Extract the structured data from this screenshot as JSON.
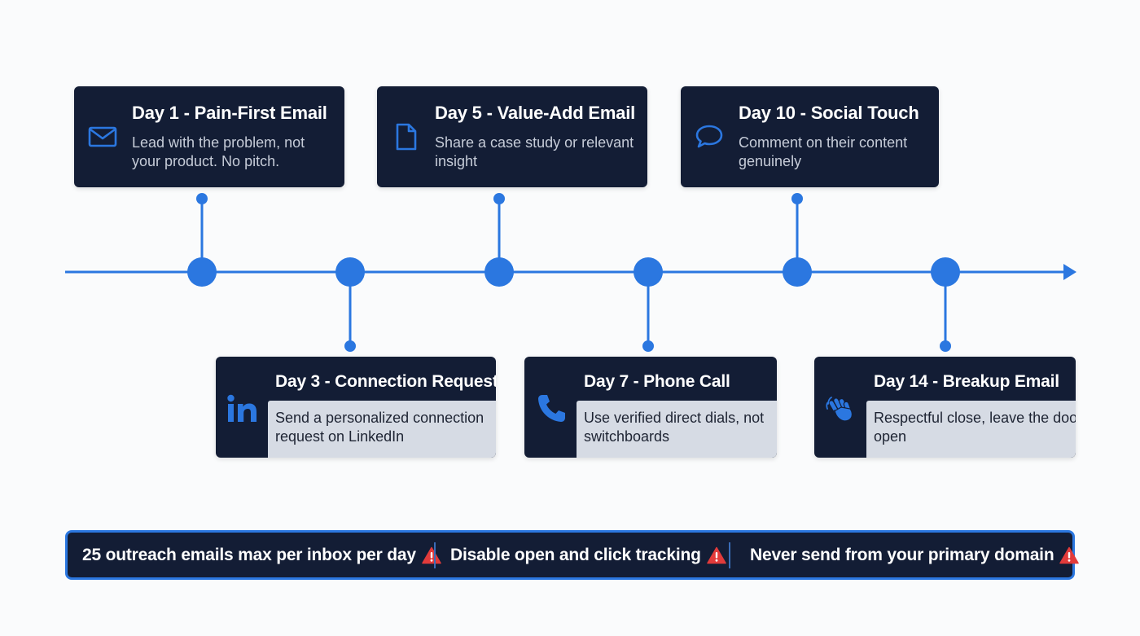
{
  "colors": {
    "accent": "#2b77e0",
    "card_bg": "#131d35",
    "panel_bg": "#d6dbe4",
    "warning": "#e23b3b",
    "page_bg": "#fafbfc"
  },
  "steps_top": [
    {
      "title": "Day 1 - Pain-First Email",
      "desc": "Lead with the problem, not your product. No pitch.",
      "icon": "envelope-icon"
    },
    {
      "title": "Day 5 - Value-Add Email",
      "desc": "Share a case study or relevant insight",
      "icon": "document-icon"
    },
    {
      "title": "Day 10 - Social Touch",
      "desc": "Comment on their content genuinely",
      "icon": "speech-bubble-icon"
    }
  ],
  "steps_bottom": [
    {
      "title": "Day 3 - Connection Request",
      "desc": "Send a personalized connection request on LinkedIn",
      "icon": "linkedin-icon"
    },
    {
      "title": "Day 7 - Phone Call",
      "desc": "Use verified direct dials, not switchboards",
      "icon": "phone-icon"
    },
    {
      "title": "Day 14 - Breakup Email",
      "desc": "Respectful close, leave the door open",
      "icon": "waving-hand-icon"
    }
  ],
  "rules": [
    {
      "text": "25 outreach emails max per inbox per day",
      "icon": "warning-icon"
    },
    {
      "text": "Disable open and click tracking",
      "icon": "warning-icon"
    },
    {
      "text": "Never send from your primary domain",
      "icon": "warning-icon"
    }
  ]
}
